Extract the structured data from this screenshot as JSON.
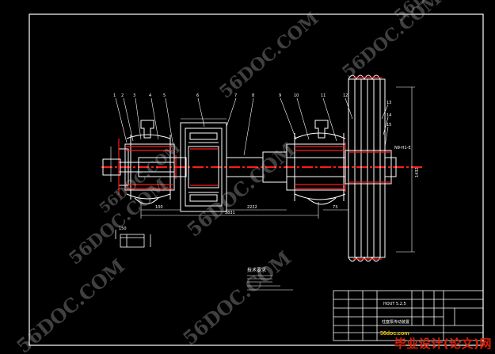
{
  "drawing": {
    "part_numbers_left": [
      "1",
      "2",
      "3",
      "4",
      "5",
      "6",
      "7",
      "8"
    ],
    "part_numbers_right": [
      "9",
      "10",
      "11",
      "12",
      "13",
      "14",
      "15"
    ],
    "dimensions": {
      "left_length": "100",
      "center_length": "2222",
      "total_length": "3831",
      "right_length": "73",
      "height": "1432",
      "bore_label": "N9-H1-E",
      "small_mark": "150"
    },
    "tech_notes_title": "技术要求"
  },
  "title_block": {
    "label_a": "HOUT 5.2.5",
    "label_b": "柱塞泵传动装置"
  },
  "watermark": {
    "text": "56DOC.COM"
  },
  "brand": {
    "small": "56doc.com",
    "main": "毕业设计(论文)网"
  },
  "colors": {
    "frame": "#ffffff",
    "centerline": "#ff1a1a",
    "lines": "#ffffff",
    "accent": "#e5c300"
  }
}
